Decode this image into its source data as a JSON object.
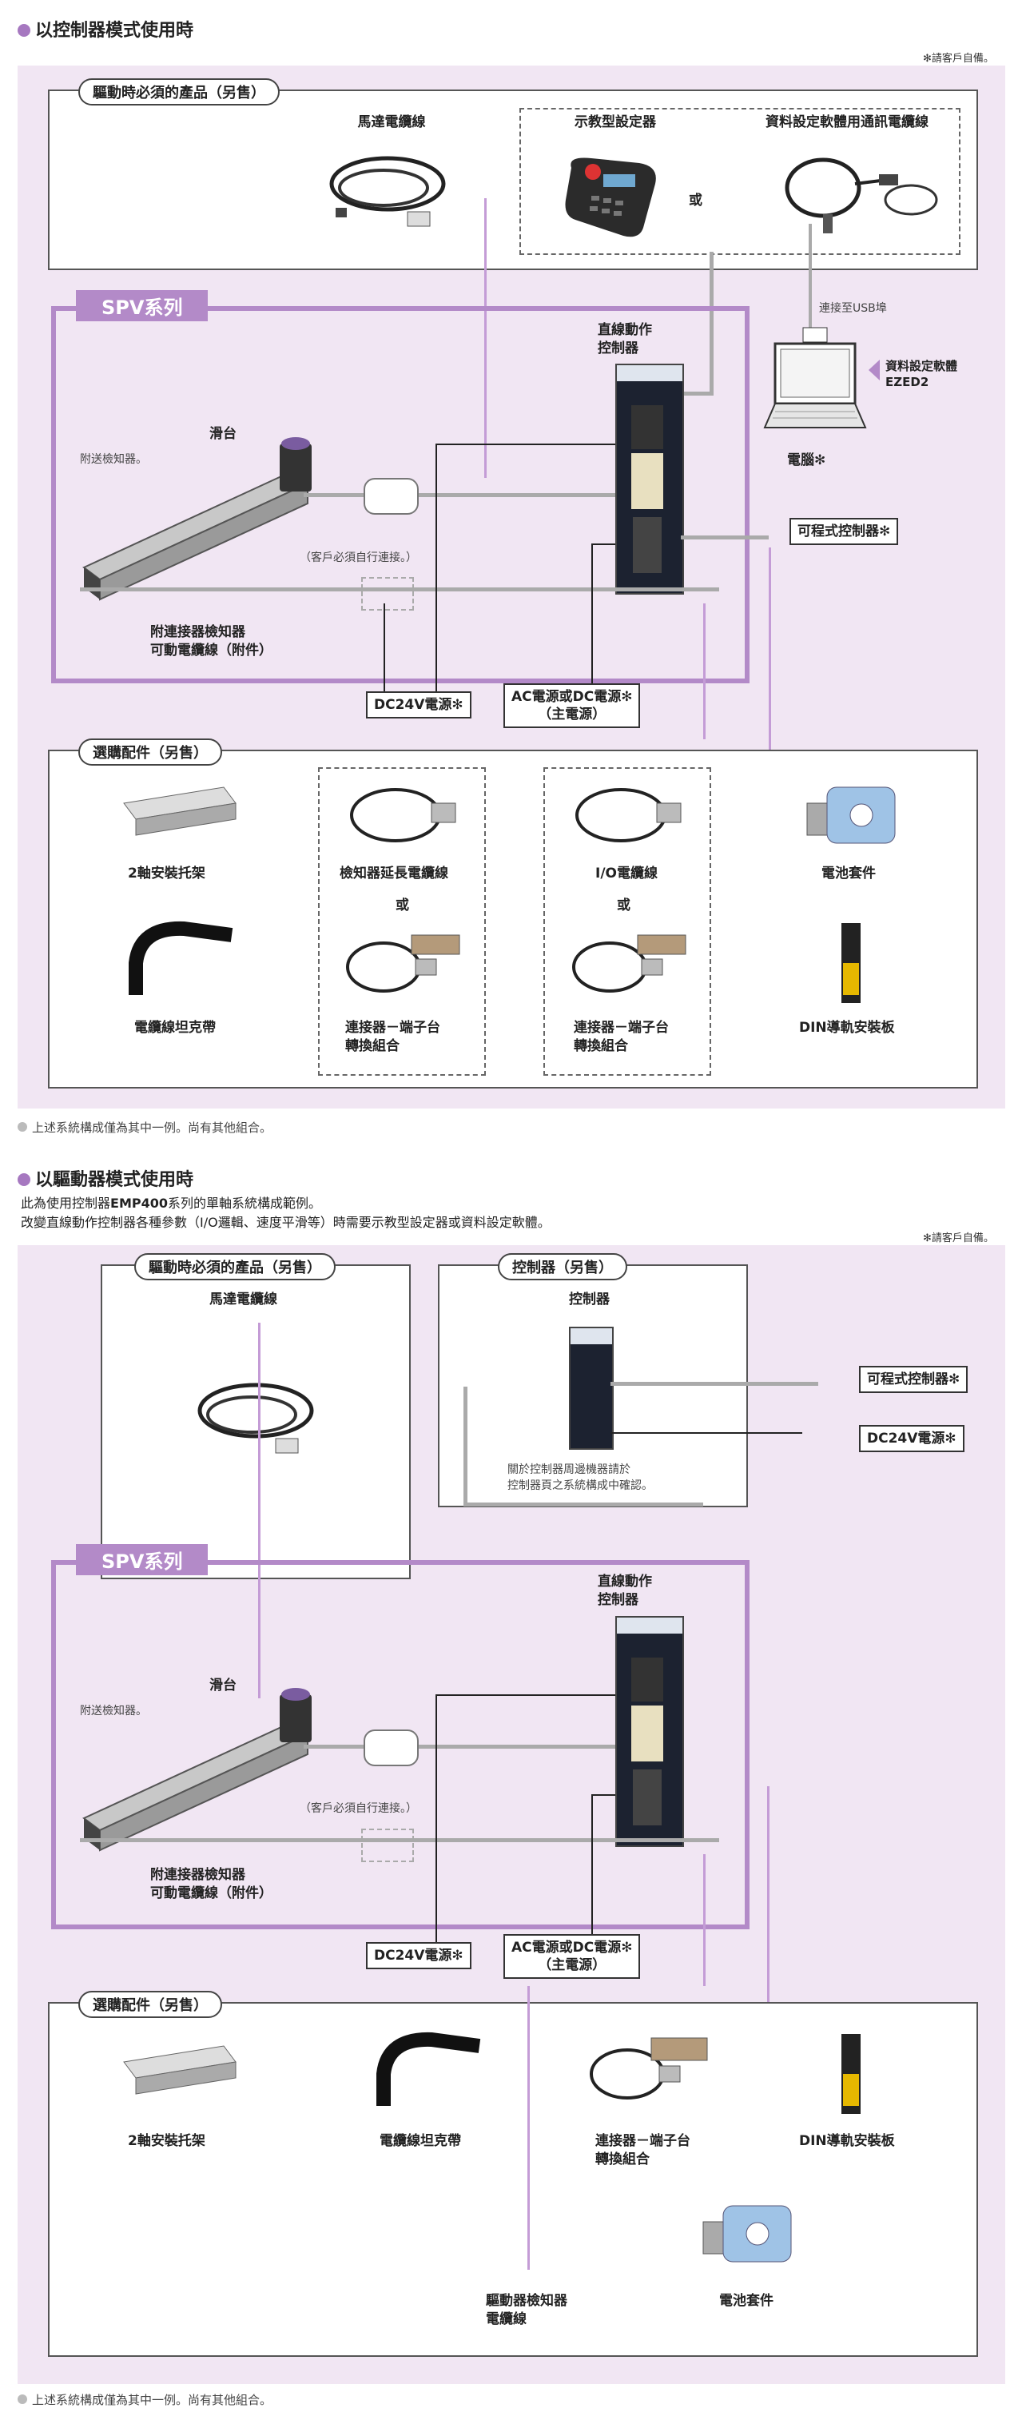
{
  "section1": {
    "title": "以控制器模式使用時",
    "note": "✻請客戶自備。",
    "required_label": "驅動時必須的產品（另售）",
    "motor_cable": "馬達電纜線",
    "teach_pendant": "示教型設定器",
    "comm_cable": "資料設定軟體用通訊電纜線",
    "or": "或",
    "usb_note": "連接至USB埠",
    "software_label": "資料設定軟體",
    "software_name": "EZED2",
    "pc": "電腦✻",
    "spv_tag": "SPV系列",
    "controller": "直線動作\n控制器",
    "slider": "滑台",
    "sensor_attached": "附送檢知器。",
    "customer_connect": "（客戶必須自行連接。）",
    "sensor_cable": "附連接器檢知器\n可動電纜線（附件）",
    "plc": "可程式控制器✻",
    "dc24": "DC24V電源✻",
    "acdc": "AC電源或DC電源✻\n（主電源）",
    "options_label": "選購配件（另售）",
    "opt_bracket": "2軸安裝托架",
    "opt_sensor_ext": "檢知器延長電纜線",
    "opt_io": "I/O電纜線",
    "opt_battery": "電池套件",
    "opt_chain": "電纜線坦克帶",
    "opt_terminal1": "連接器－端子台\n轉換組合",
    "opt_terminal2": "連接器－端子台\n轉換組合",
    "opt_din": "DIN導軌安裝板",
    "footer": "上述系統構成僅為其中一例。尚有其他組合。"
  },
  "section2": {
    "title": "以驅動器模式使用時",
    "desc1_pre": "此為使用控制器",
    "desc1_bold": "EMP400",
    "desc1_post": "系列的單軸系統構成範例。",
    "desc2": "改變直線動作控制器各種參數（I/O邏輯、速度平滑等）時需要示教型設定器或資料設定軟體。",
    "note": "✻請客戶自備。",
    "required_label": "驅動時必須的產品（另售）",
    "motor_cable": "馬達電纜線",
    "ctrl_label": "控制器（另售）",
    "ctrl_item": "控制器",
    "ctrl_note": "關於控制器周邊機器請於\n控制器頁之系統構成中確認。",
    "plc": "可程式控制器✻",
    "dc24_top": "DC24V電源✻",
    "spv_tag": "SPV系列",
    "controller": "直線動作\n控制器",
    "slider": "滑台",
    "sensor_attached": "附送檢知器。",
    "customer_connect": "（客戶必須自行連接。）",
    "sensor_cable": "附連接器檢知器\n可動電纜線（附件）",
    "dc24": "DC24V電源✻",
    "acdc": "AC電源或DC電源✻\n（主電源）",
    "options_label": "選購配件（另售）",
    "opt_bracket": "2軸安裝托架",
    "opt_chain": "電纜線坦克帶",
    "opt_terminal": "連接器－端子台\n轉換組合",
    "opt_din": "DIN導軌安裝板",
    "opt_driver_cable": "驅動器檢知器\n電纜線",
    "opt_battery": "電池套件",
    "footer": "上述系統構成僅為其中一例。尚有其他組合。"
  },
  "colors": {
    "panel": "#f1e6f3",
    "accent": "#b38ac8",
    "line": "#aaaaaa"
  }
}
